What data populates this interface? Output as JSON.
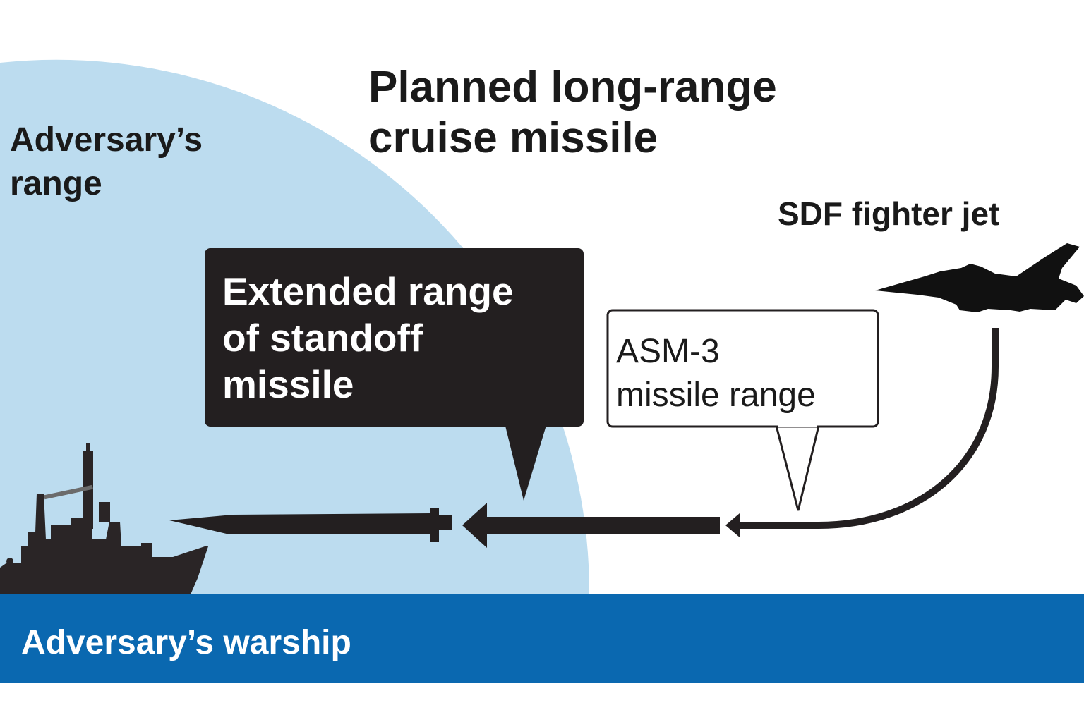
{
  "title": {
    "line1": "Planned long-range",
    "line2": "cruise missile"
  },
  "adversary_range": {
    "line1": "Adversary’s",
    "line2": "range"
  },
  "fighter_label": "SDF fighter jet",
  "extended_range": {
    "line1": "Extended range",
    "line2": "of standoff",
    "line3": "missile"
  },
  "asm3": {
    "line1": "ASM-3",
    "line2": "missile range"
  },
  "warship_label": "Adversary’s warship",
  "colors": {
    "range_area": "#bcdcef",
    "sea": "#0a68b0",
    "dark": "#231f20"
  }
}
